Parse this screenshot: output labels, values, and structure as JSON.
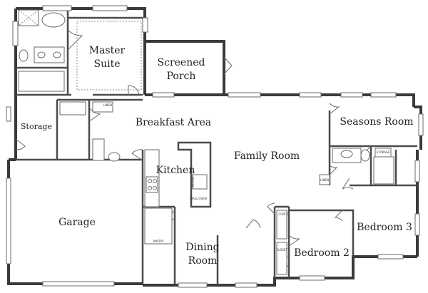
{
  "rooms": {
    "master_suite": [
      "Master",
      "Suite"
    ],
    "screened_porch": [
      "Screened",
      "Porch"
    ],
    "breakfast_area": "Breakfast Area",
    "storage": "Storage",
    "seasons_room": "Seasons Room",
    "family_room": "Family Room",
    "kitchen": "Kitchen",
    "garage": "Garage",
    "dining_room": [
      "Dining",
      "Room"
    ],
    "bedroom_2": "Bedroom 2",
    "bedroom_3": "Bedroom 3"
  },
  "fixture_labels": {
    "linen_top": "LINEN",
    "linen_right": "LINEN",
    "storage_small": "STORAGE",
    "pantry": "PANTRY",
    "closet": "CLOSET",
    "coats": "COATS",
    "wall_oven": "WALL OVEN",
    "refrig": "REFRIG"
  },
  "colors": {
    "wall": "#3a3a3a",
    "background": "#ffffff",
    "text": "#222222"
  }
}
